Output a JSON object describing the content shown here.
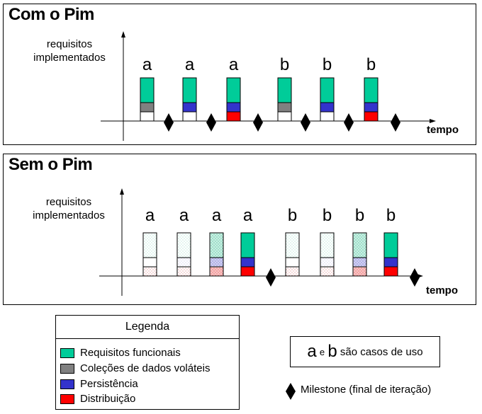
{
  "colors": {
    "functional": "#00cc99",
    "volatile": "#808080",
    "persistence": "#3333cc",
    "distribution": "#ff0000",
    "milestone": "#000000"
  },
  "panels": [
    {
      "title": "Com o Pim",
      "ylabel_line1": "requisitos",
      "ylabel_line2": "implementados",
      "xlabel": "tempo",
      "bars": [
        {
          "case": "a",
          "layers": [
            "empty",
            "volatile",
            "functional"
          ]
        },
        {
          "case": "a",
          "layers": [
            "empty",
            "persistence",
            "functional"
          ]
        },
        {
          "case": "a",
          "layers": [
            "distribution",
            "persistence",
            "functional"
          ]
        },
        {
          "case": "b",
          "layers": [
            "empty",
            "volatile",
            "functional"
          ]
        },
        {
          "case": "b",
          "layers": [
            "empty",
            "persistence",
            "functional"
          ]
        },
        {
          "case": "b",
          "layers": [
            "distribution",
            "persistence",
            "functional"
          ]
        }
      ],
      "milestones": 6
    },
    {
      "title": "Sem o Pim",
      "ylabel_line1": "requisitos",
      "ylabel_line2": "implementados",
      "xlabel": "tempo",
      "bars": [
        {
          "case": "a",
          "layers": [
            "d-partial",
            "p-empty",
            "f-partial"
          ]
        },
        {
          "case": "a",
          "layers": [
            "d-partial",
            "p-partial",
            "f-partial"
          ]
        },
        {
          "case": "a",
          "layers": [
            "d-more",
            "p-more",
            "f-more"
          ]
        },
        {
          "case": "a",
          "layers": [
            "distribution",
            "persistence",
            "functional"
          ]
        },
        {
          "case": "b",
          "layers": [
            "d-partial",
            "p-empty",
            "f-partial"
          ]
        },
        {
          "case": "b",
          "layers": [
            "d-partial",
            "p-partial",
            "f-partial"
          ]
        },
        {
          "case": "b",
          "layers": [
            "d-more",
            "p-more",
            "f-more"
          ]
        },
        {
          "case": "b",
          "layers": [
            "distribution",
            "persistence",
            "functional"
          ]
        }
      ],
      "milestones": 2
    }
  ],
  "legend": {
    "title": "Legenda",
    "items": [
      {
        "label": "Requisitos funcionais",
        "color": "#00cc99"
      },
      {
        "label": "Coleções de dados voláteis",
        "color": "#808080"
      },
      {
        "label": "Persistência",
        "color": "#3333cc"
      },
      {
        "label": "Distribuição",
        "color": "#ff0000"
      }
    ]
  },
  "usecase_note": {
    "a": "a",
    "e": "e",
    "b": "b",
    "rest": "são casos de uso"
  },
  "milestone_note": "Milestone (final de iteração)"
}
